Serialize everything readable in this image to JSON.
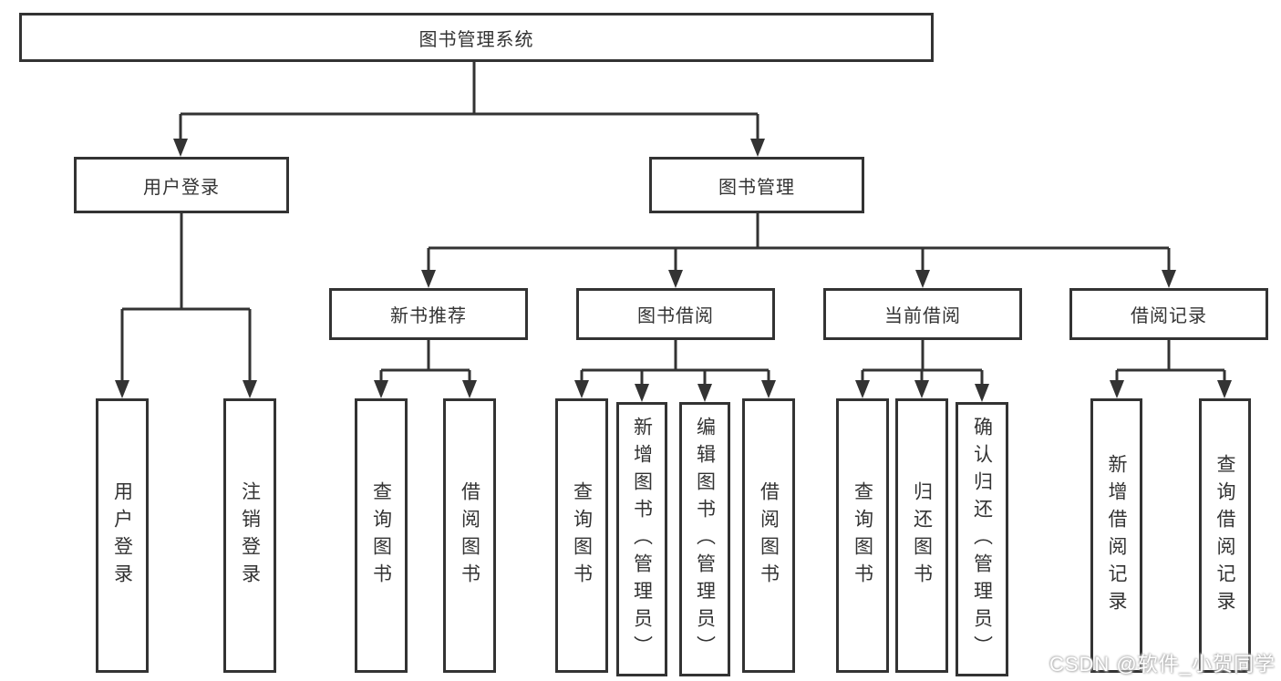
{
  "tree": {
    "root": {
      "label": "图书管理系统"
    },
    "branches": [
      {
        "label": "用户登录",
        "children": [
          {
            "label": "用户登录"
          },
          {
            "label": "注销登录"
          }
        ]
      },
      {
        "label": "图书管理",
        "children": [
          {
            "label": "新书推荐",
            "children": [
              {
                "label": "查询图书"
              },
              {
                "label": "借阅图书"
              }
            ]
          },
          {
            "label": "图书借阅",
            "children": [
              {
                "label": "查询图书"
              },
              {
                "label": "新增图书（管理员）"
              },
              {
                "label": "编辑图书（管理员）"
              },
              {
                "label": "借阅图书"
              }
            ]
          },
          {
            "label": "当前借阅",
            "children": [
              {
                "label": "查询图书"
              },
              {
                "label": "归还图书"
              },
              {
                "label": "确认归还（管理员）"
              }
            ]
          },
          {
            "label": "借阅记录",
            "children": [
              {
                "label": "新增借阅记录"
              },
              {
                "label": "查询借阅记录"
              }
            ]
          }
        ]
      }
    ]
  },
  "colors": {
    "line": "#333333",
    "text": "#333333",
    "background": "#ffffff",
    "watermark": "#d9d9d9"
  },
  "watermark": {
    "text": "CSDN @软件_小贺同学"
  }
}
